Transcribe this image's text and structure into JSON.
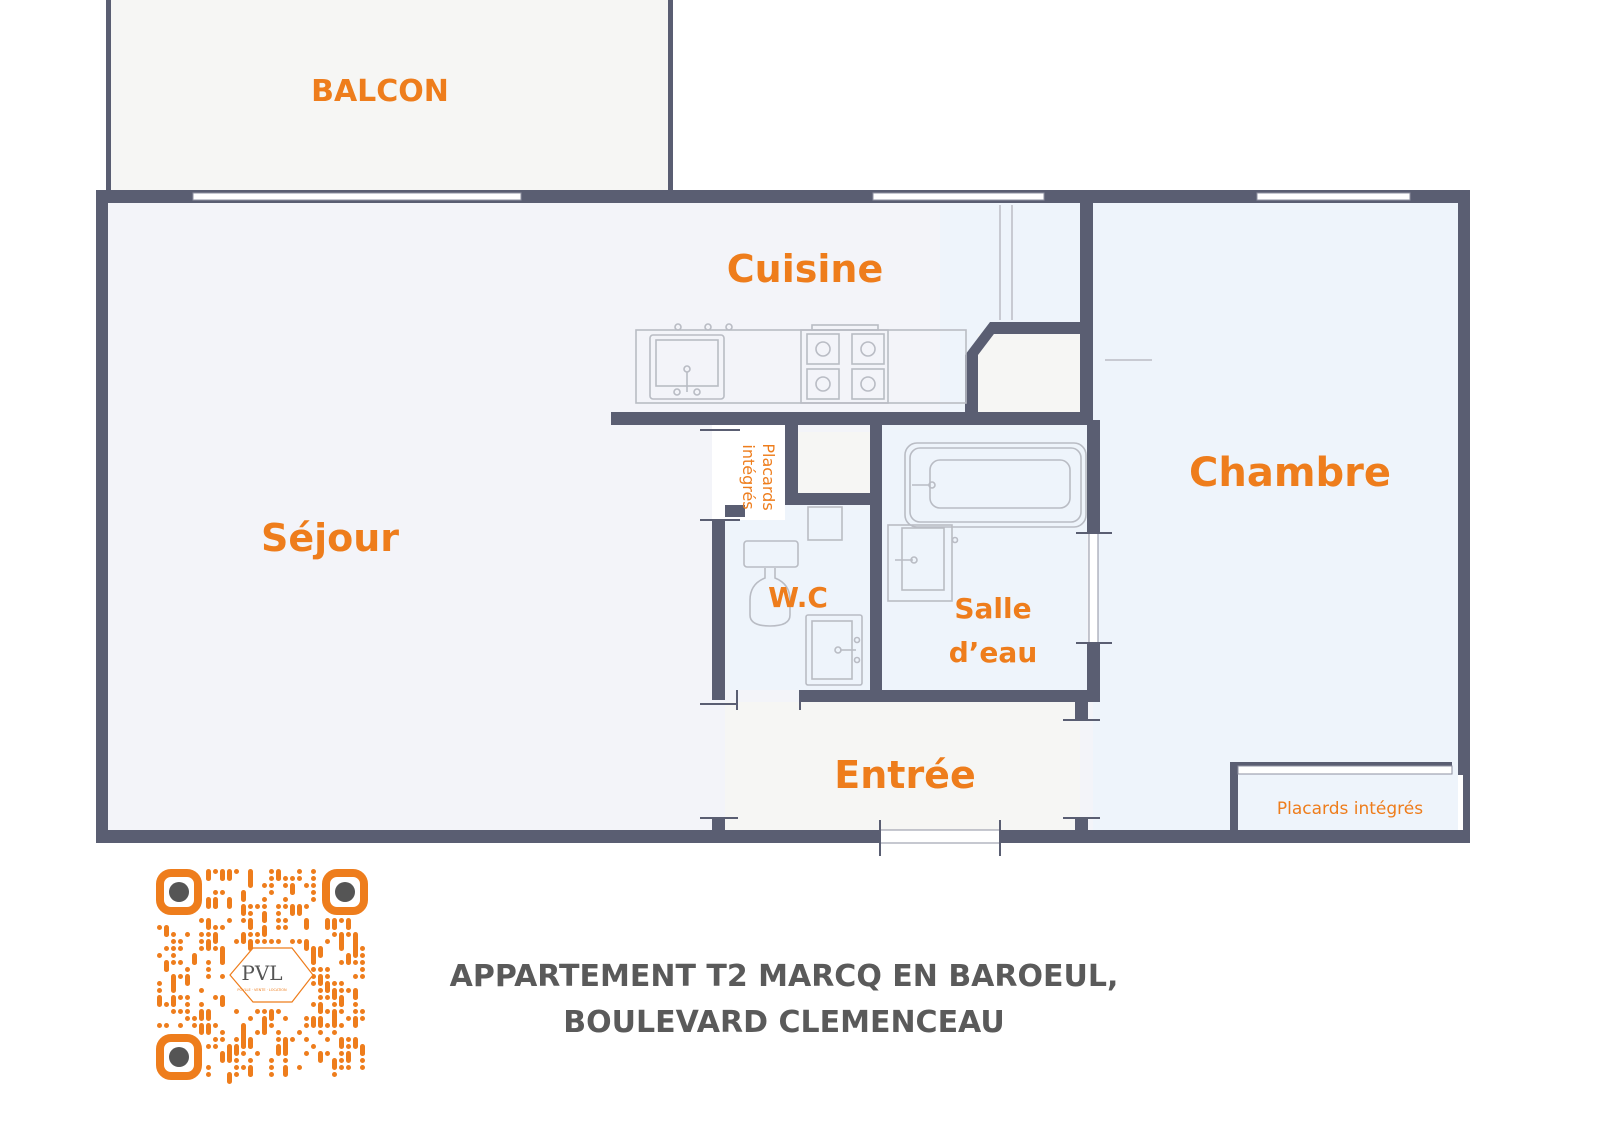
{
  "rooms": {
    "balcon": "BALCON",
    "cuisine": "Cuisine",
    "sejour": "Séjour",
    "chambre": "Chambre",
    "wc": "W.C",
    "salle_line1": "Salle",
    "salle_line2": "d’eau",
    "entree": "Entrée",
    "placards_chambre": "Placards intégrés",
    "placards_couloir_line1": "Placards",
    "placards_couloir_line2": "intégrés"
  },
  "title": {
    "line1": "APPARTEMENT T2 MARCQ EN BAROEUL,",
    "line2": "BOULEVARD CLEMENCEAU"
  },
  "logo": {
    "text": "PVL",
    "tagline": "POVLLE · VENTE · LOCATION"
  },
  "colors": {
    "accent": "#ee7d1c",
    "wall": "#5a5e72",
    "title": "#5a5a5a"
  }
}
